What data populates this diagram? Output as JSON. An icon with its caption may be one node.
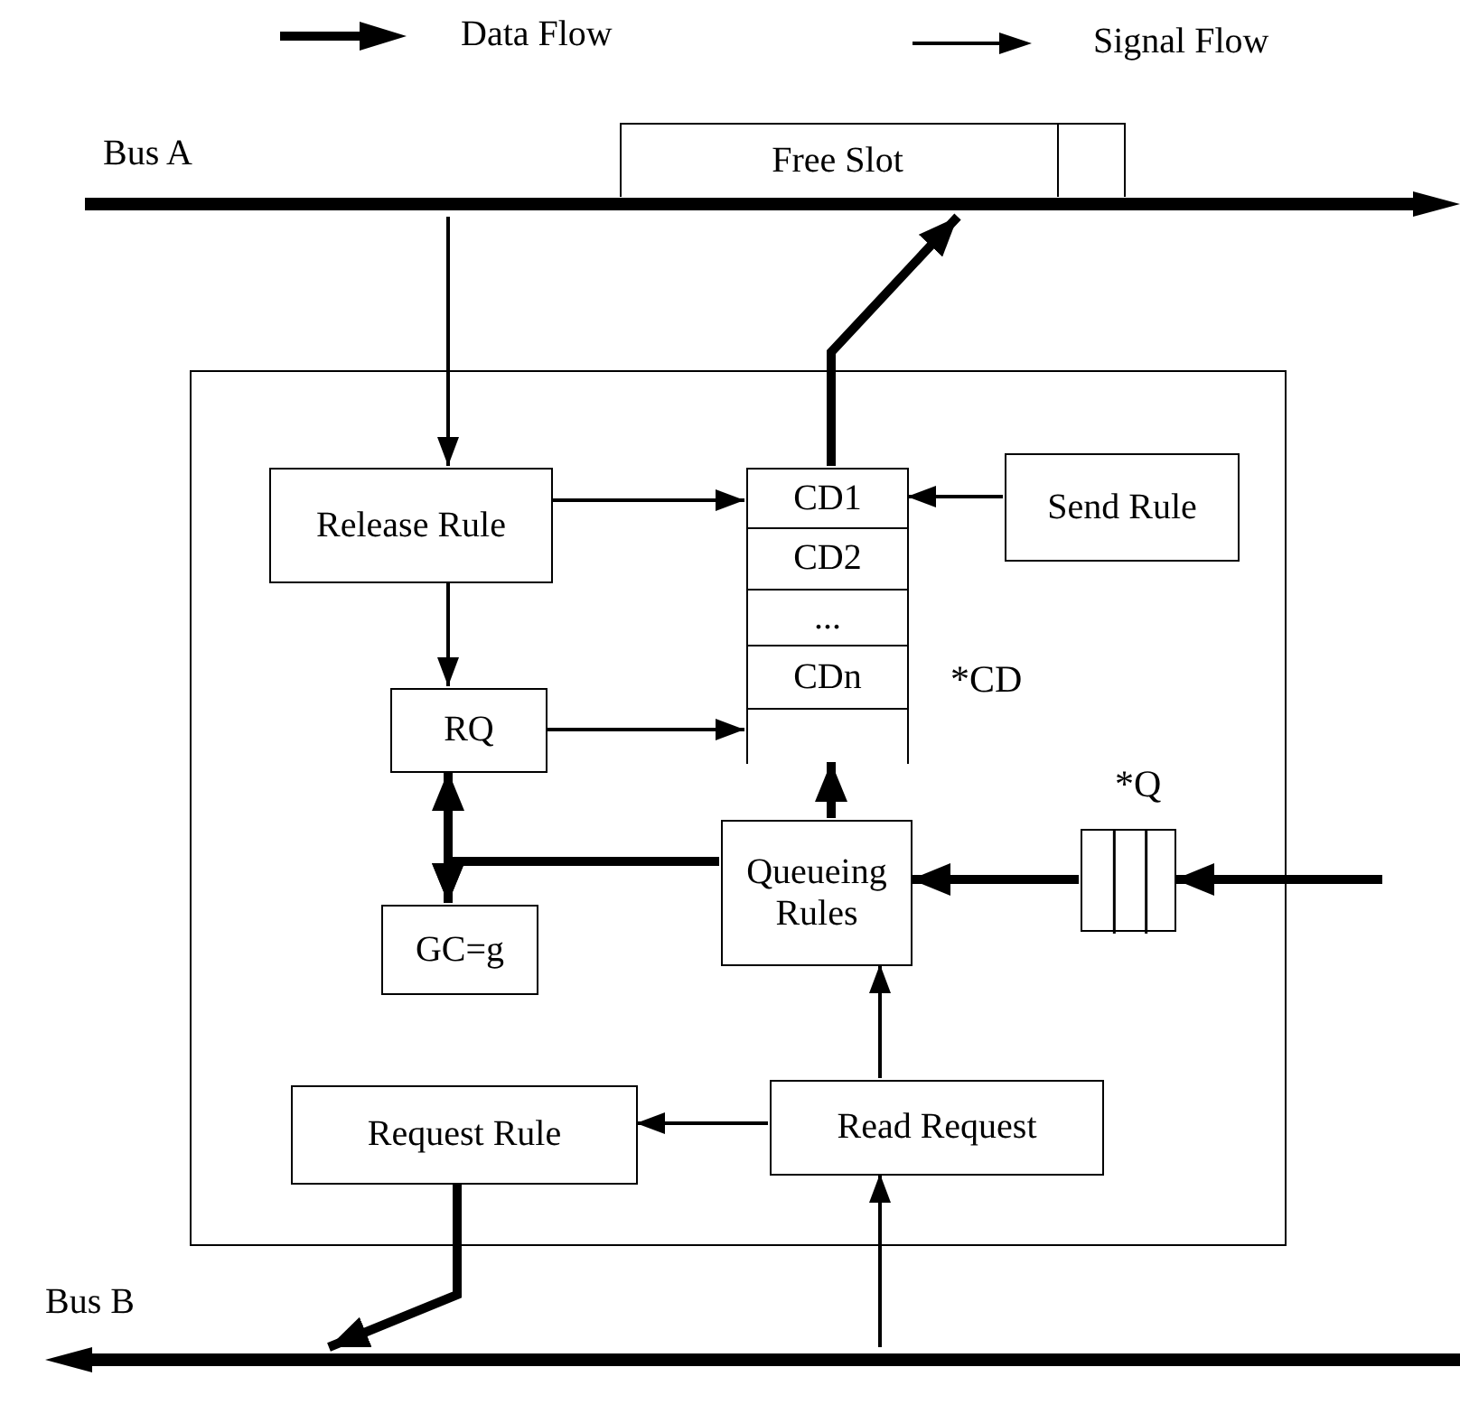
{
  "diagram": {
    "nodes": [
      {
        "text": [
          "Bus A"
        ]
      },
      {
        "text": [
          "Free Slot"
        ]
      },
      {
        "text": [],
        "shape": "box"
      },
      {
        "text": [
          "Release Rule"
        ],
        "in": 2
      },
      {
        "text": [],
        "shape": "box",
        "beside": [
          "*CD"
        ],
        "in": 2
      },
      {
        "text": [
          "CD1"
        ],
        "in": 4
      },
      {
        "text": [
          "CD2"
        ],
        "in": 4
      },
      {
        "text": [
          "..."
        ],
        "in": 4
      },
      {
        "text": [
          "CDn"
        ],
        "in": 4
      },
      {
        "text": [],
        "shape": "box",
        "in": 4
      },
      {
        "text": [
          "Send Rule"
        ],
        "in": 2
      },
      {
        "text": [
          "RQ"
        ],
        "in": 2
      },
      {
        "text": [
          "GC=g"
        ],
        "in": 2
      },
      {
        "text": [
          "Queueing Rules"
        ],
        "in": 2
      },
      {
        "text": [],
        "shape": "box",
        "beside": [
          "*Q"
        ],
        "in": 2
      },
      {
        "text": [
          "Request Rule"
        ],
        "in": 2
      },
      {
        "text": [
          "Read Request"
        ],
        "in": 2
      },
      {
        "text": [
          "Bus B"
        ]
      }
    ],
    "edges": [
      {
        "from": 0,
        "to": 3,
        "arrow": "to"
      },
      {
        "from": 5,
        "to": 0,
        "arrow": "to",
        "style": "thick"
      },
      {
        "from": 3,
        "to": 5,
        "arrow": "to"
      },
      {
        "from": 10,
        "to": 5,
        "arrow": "to"
      },
      {
        "from": 3,
        "to": 11,
        "arrow": "to"
      },
      {
        "from": 11,
        "to": 9,
        "arrow": "to"
      },
      {
        "from": 11,
        "to": 12,
        "arrow": "both",
        "style": "thick"
      },
      {
        "from": 13,
        "to": 12,
        "arrow": "to",
        "style": "thick"
      },
      {
        "from": 13,
        "to": 9,
        "arrow": "to",
        "style": "thick"
      },
      {
        "from": 14,
        "to": 13,
        "arrow": "to",
        "style": "thick"
      },
      {
        "from": null,
        "to": 14,
        "arrow": "to",
        "style": "thick"
      },
      {
        "from": 16,
        "to": 13,
        "arrow": "to"
      },
      {
        "from": 16,
        "to": 15,
        "arrow": "to"
      },
      {
        "from": 15,
        "to": 17,
        "arrow": "to",
        "style": "thick"
      },
      {
        "from": 17,
        "to": 16,
        "arrow": "to"
      }
    ],
    "legend": [
      {
        "text": "Data Flow"
      },
      {
        "text": "Signal Flow"
      }
    ]
  }
}
